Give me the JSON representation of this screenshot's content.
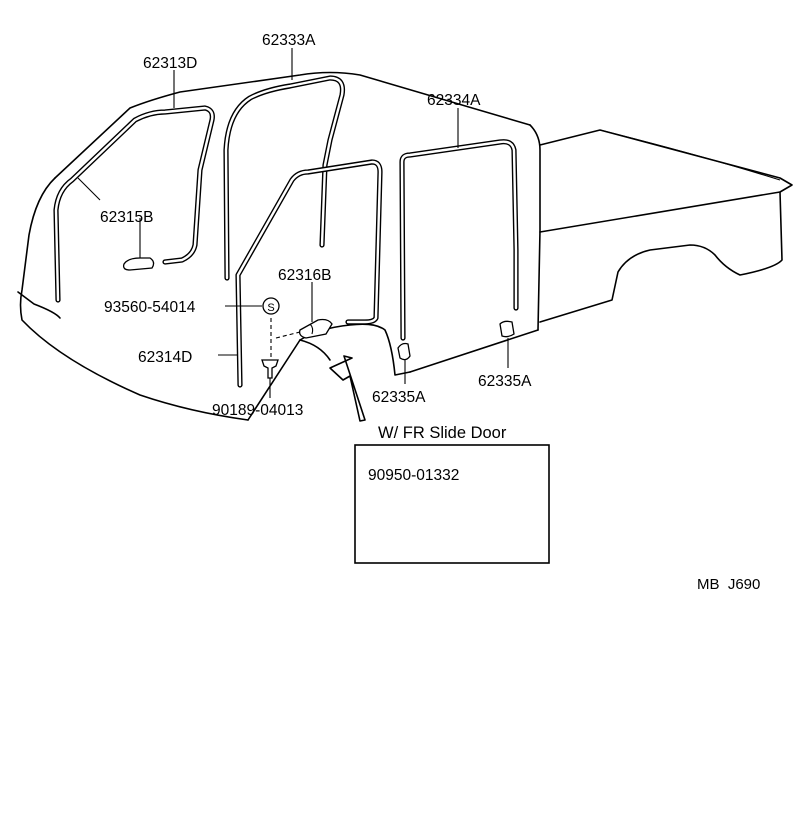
{
  "labels": {
    "p62333A": "62333A",
    "p62313D": "62313D",
    "p62334A": "62334A",
    "p62315B": "62315B",
    "p62316B": "62316B",
    "p93560": "93560-54014",
    "p62314D": "62314D",
    "p62335A_left": "62335A",
    "p62335A_right": "62335A",
    "p90189": "90189-04013",
    "variant_note": "W/ FR Slide Door",
    "p90950": "90950-01332",
    "diagram_ref": "MB  J690",
    "seal_symbol": "S"
  }
}
